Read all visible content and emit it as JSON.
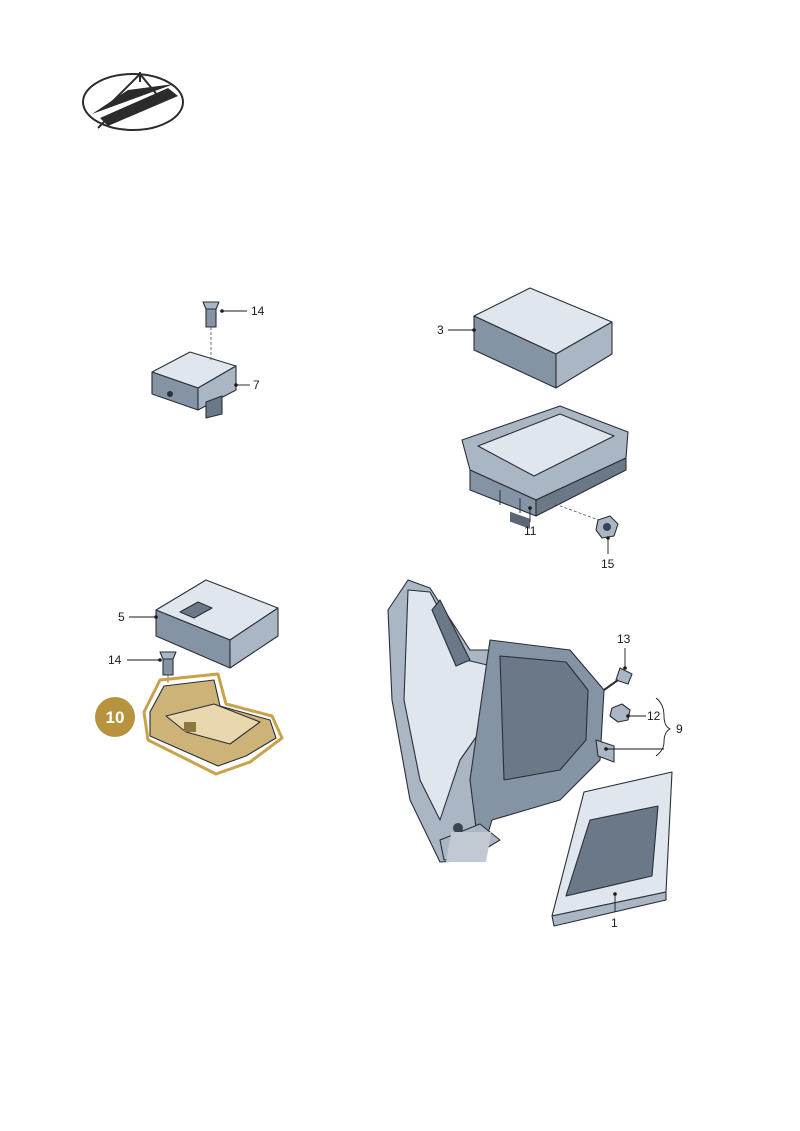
{
  "diagram": {
    "callouts": {
      "c1": "1",
      "c3": "3",
      "c5": "5",
      "c7": "7",
      "c9": "9",
      "c11": "11",
      "c12": "12",
      "c13": "13",
      "c14a": "14",
      "c14b": "14",
      "c15": "15"
    },
    "highlight": {
      "label": "10",
      "color": "#b8933f",
      "outline": "#c9a24a"
    }
  }
}
